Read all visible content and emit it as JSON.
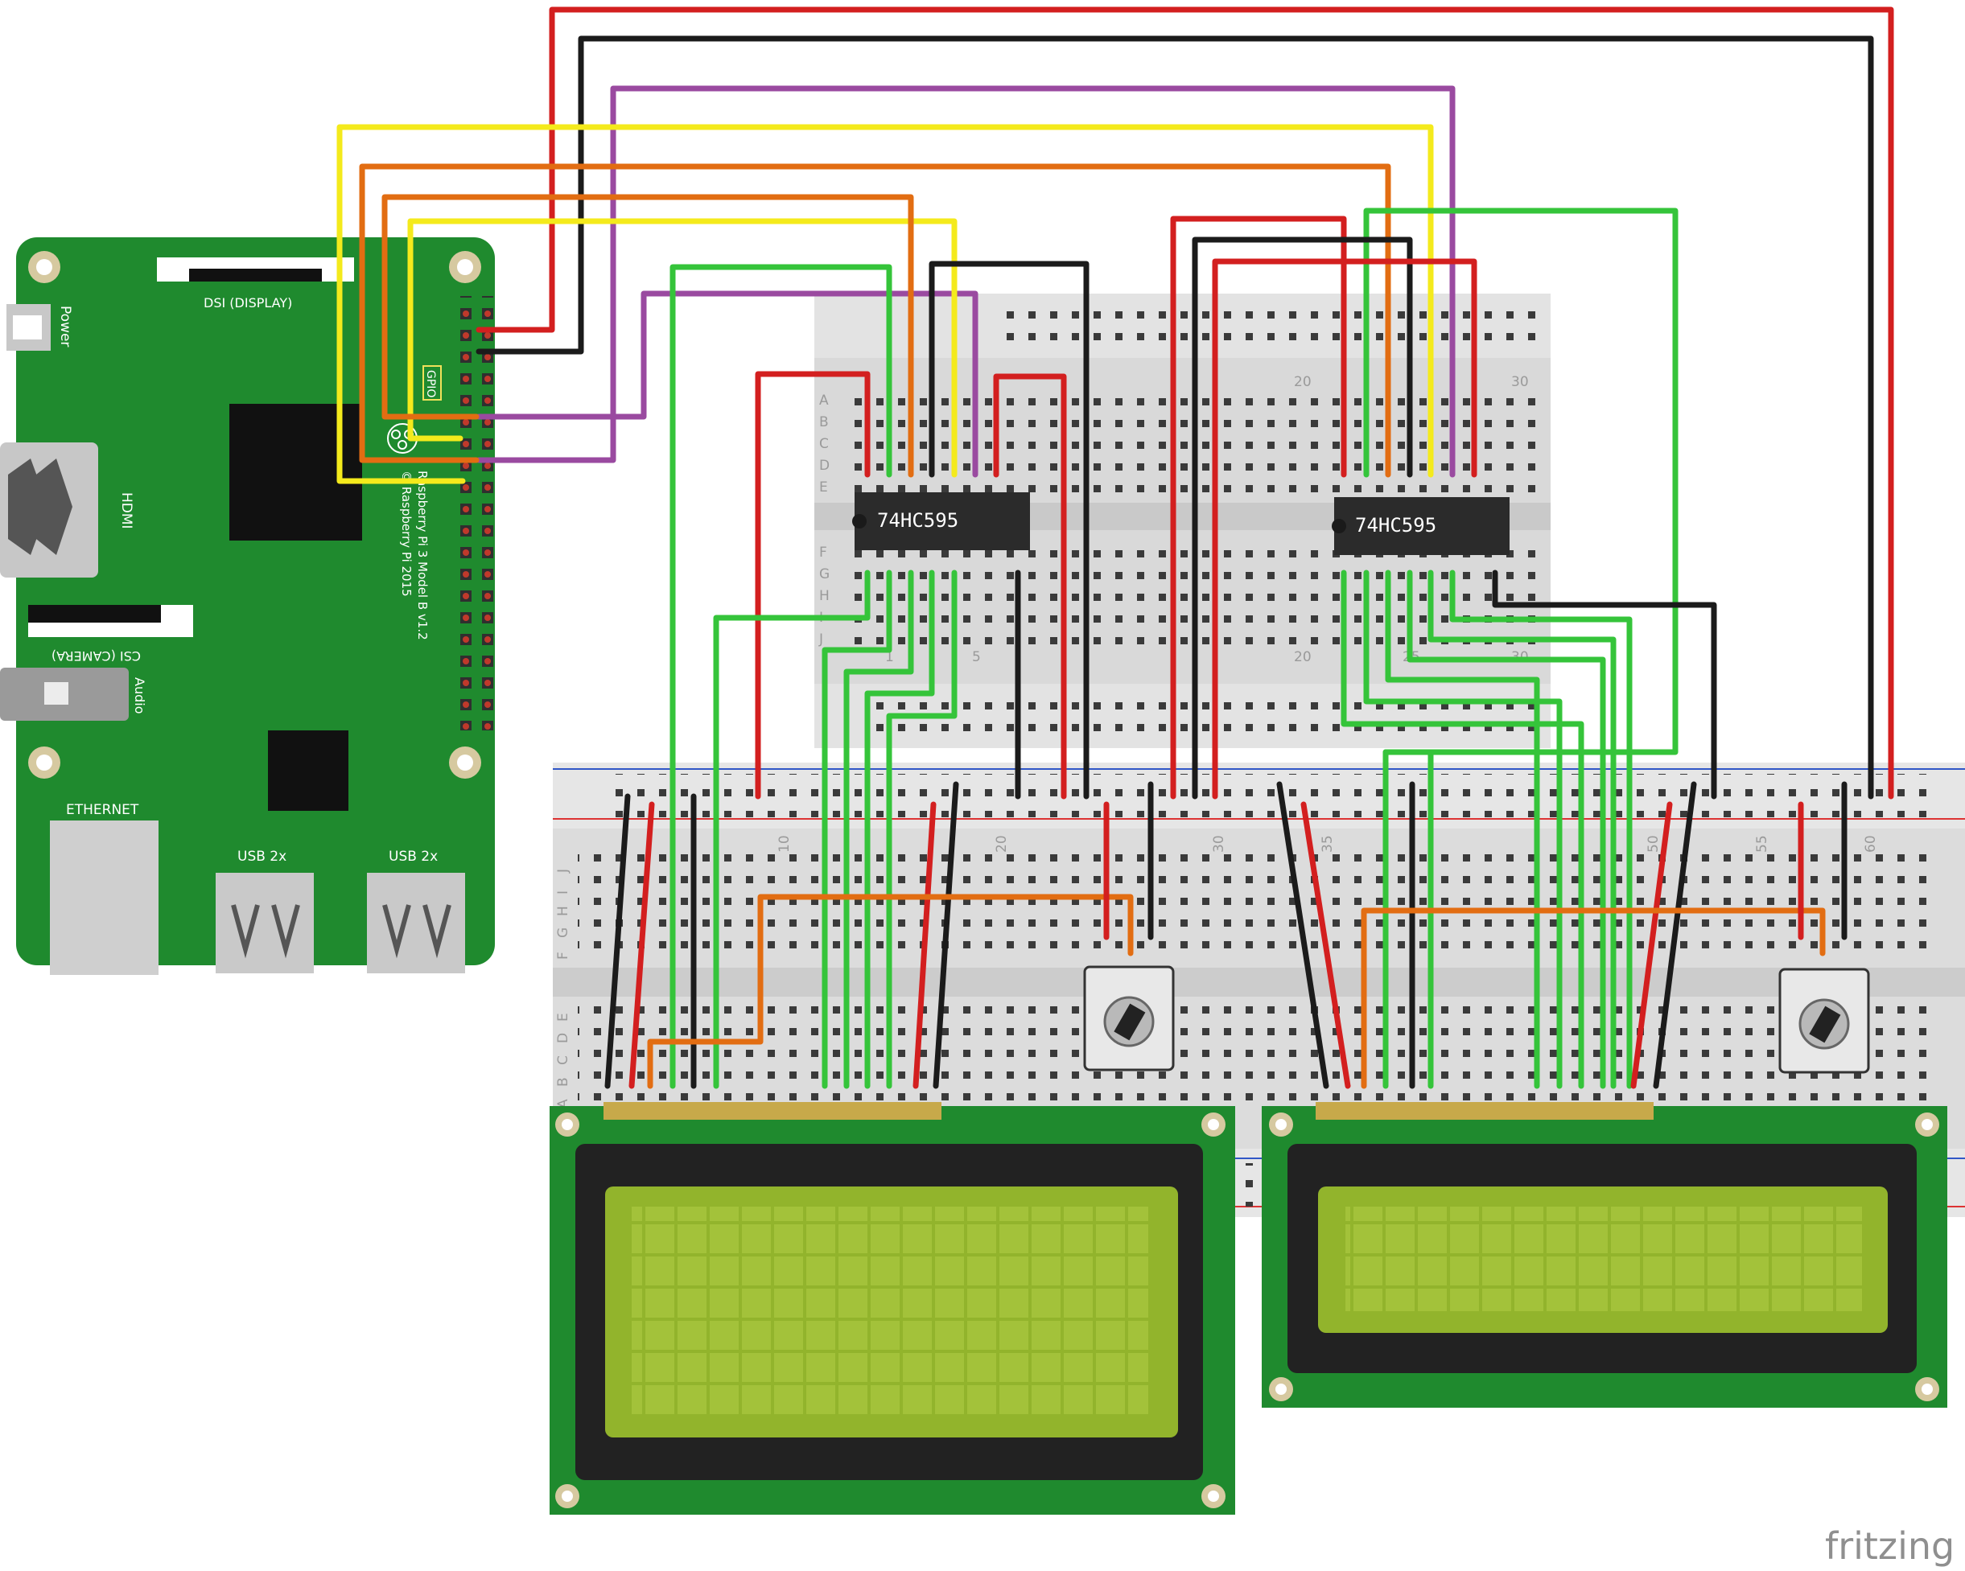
{
  "raspberry_pi": {
    "power_label": "Power",
    "dsi_label": "DSI (DISPLAY)",
    "gpio_label": "GPIO",
    "hdmi_label": "HDMI",
    "csi_label": "CSI (CAMERA)",
    "audio_label": "Audio",
    "ethernet_label": "ETHERNET",
    "usb_label_1": "USB 2x",
    "usb_label_2": "USB 2x",
    "model_label": "Raspberry Pi 3 Model B v1.2",
    "copyright_label": "© Raspberry Pi 2015"
  },
  "breadboard_top": {
    "rows_upper": [
      "A",
      "B",
      "C",
      "D",
      "E"
    ],
    "rows_lower": [
      "F",
      "G",
      "H",
      "I",
      "J"
    ],
    "col_numbers_upper": [
      "20",
      "30"
    ],
    "col_numbers_lower": [
      "1",
      "5",
      "20",
      "25",
      "30"
    ]
  },
  "breadboard_bottom": {
    "rows_upper": [
      "J",
      "I",
      "H",
      "G",
      "F"
    ],
    "rows_lower": [
      "E",
      "D",
      "C",
      "B",
      "A"
    ],
    "col_numbers": [
      "10",
      "20",
      "30",
      "35",
      "50",
      "55",
      "60"
    ]
  },
  "chips": {
    "left_label": "74HC595",
    "right_label": "74HC595"
  },
  "branding": {
    "logo_text": "fritzing"
  },
  "colors": {
    "pcb_green": "#1f8a2e",
    "wire_red": "#d31f1f",
    "wire_black": "#1b1b1b",
    "wire_green": "#35c43a",
    "wire_yellow": "#f4ea1c",
    "wire_orange": "#e26d12",
    "wire_purple": "#9a4aa0",
    "lcd_screen": "#92b42c"
  }
}
